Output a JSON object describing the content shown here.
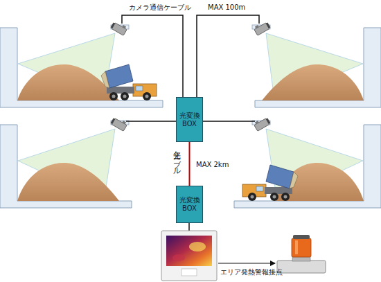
{
  "diagram": {
    "nodes": [
      {
        "text": [
          "光変換 BOX"
        ]
      },
      {
        "text": [
          "光変換 BOX"
        ]
      }
    ],
    "edges": [
      {
        "from": 0,
        "to": 1,
        "arrow": "none"
      }
    ],
    "labels": [
      "カメラ通信ケーブル",
      "MAX 100m",
      "光ケーブル",
      "MAX 2km",
      "エリア発熱警報接点"
    ]
  }
}
